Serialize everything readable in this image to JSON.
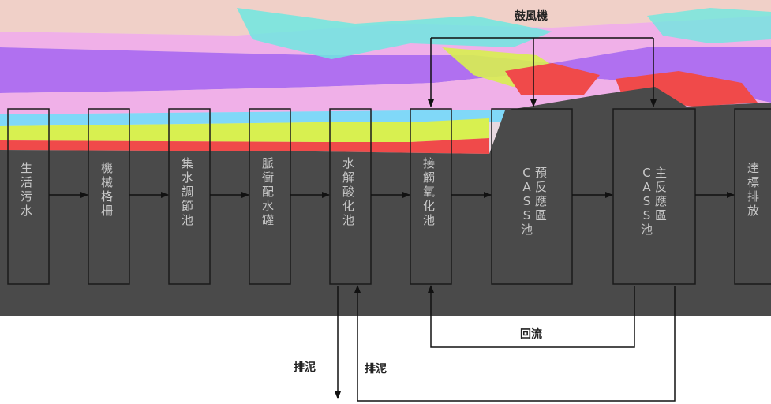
{
  "top_label": "鼓風機",
  "steps": [
    {
      "id": "s1",
      "chars": [
        "生",
        "活",
        "污",
        "水"
      ]
    },
    {
      "id": "s2",
      "chars": [
        "機",
        "械",
        "格",
        "柵"
      ]
    },
    {
      "id": "s3",
      "chars": [
        "集",
        "水",
        "調",
        "節",
        "池"
      ]
    },
    {
      "id": "s4",
      "chars": [
        "脈",
        "衝",
        "配",
        "水",
        "罐"
      ]
    },
    {
      "id": "s5",
      "chars": [
        "水",
        "解",
        "酸",
        "化",
        "池"
      ]
    },
    {
      "id": "s6",
      "chars": [
        "接",
        "觸",
        "氧",
        "化",
        "池"
      ]
    },
    {
      "id": "s7",
      "line1": [
        "預",
        "反",
        "應",
        "區"
      ],
      "line2": [
        "C",
        "A",
        "S",
        "S",
        "池"
      ]
    },
    {
      "id": "s8",
      "line1": [
        "主",
        "反",
        "應",
        "區"
      ],
      "line2": [
        "C",
        "A",
        "S",
        "S",
        "池"
      ]
    },
    {
      "id": "s9",
      "chars": [
        "達",
        "標",
        "排",
        "放"
      ]
    }
  ],
  "labels": {
    "return": "回流",
    "sludge_left": "排泥",
    "sludge_right": "排泥"
  },
  "colors": {
    "panel": "#4a4a4a",
    "box_stroke": "#1a1a1a",
    "arrow": "#111111",
    "band_red": "#f04a4a",
    "band_yellow": "#d8f050",
    "band_cyan": "#6ee8e0",
    "band_violet": "#b070f0",
    "band_pink": "#f0b0e8",
    "band_sky": "#80d8f8"
  }
}
